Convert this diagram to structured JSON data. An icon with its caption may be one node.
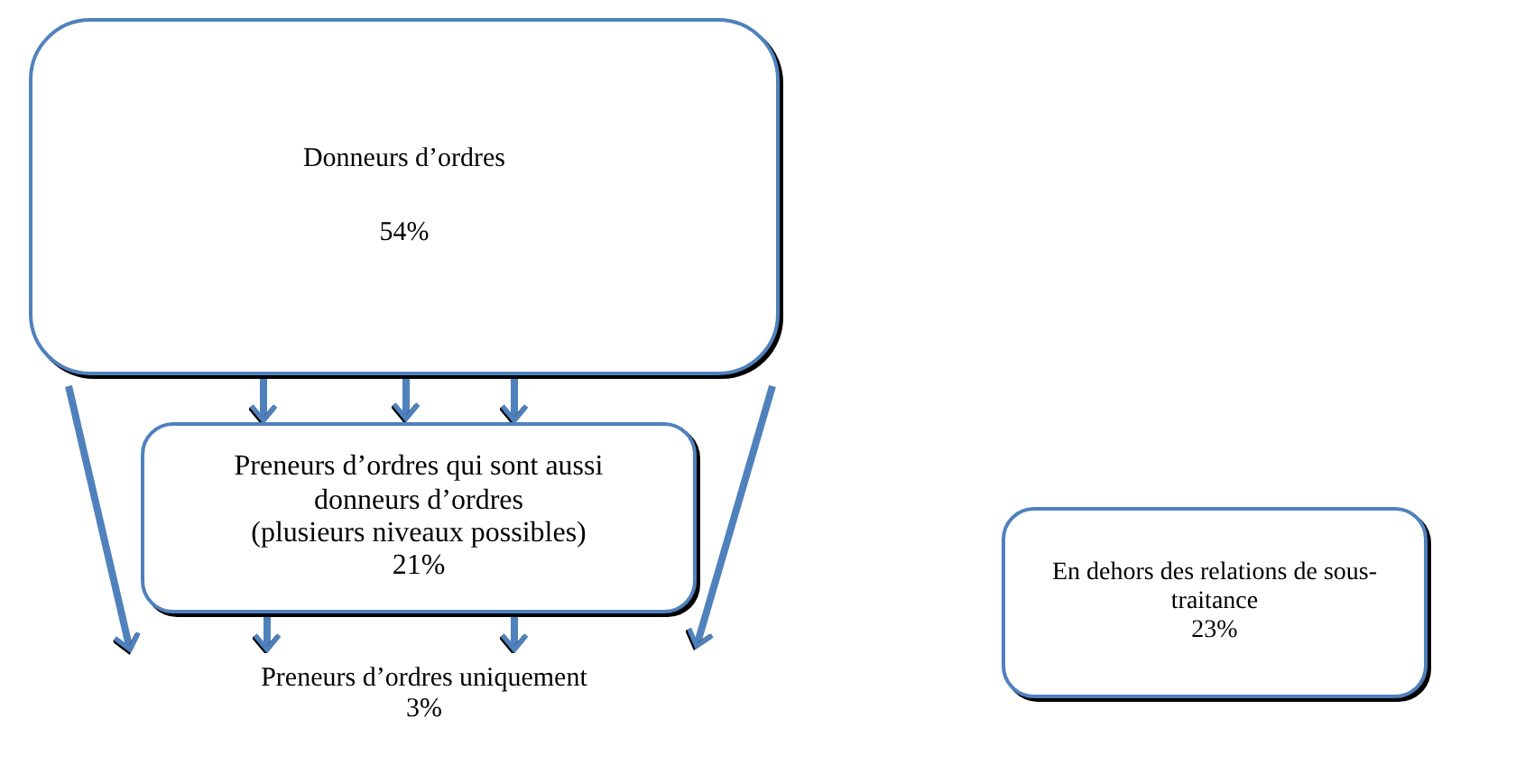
{
  "diagram": {
    "nodes": [
      {
        "text": [
          "Donneurs d’ordres",
          "54%"
        ]
      },
      {
        "text": [
          "Preneurs d’ordres qui sont aussi donneurs d’ordres",
          "(plusieurs niveaux possibles)",
          "21%"
        ]
      },
      {
        "text": [
          "Preneurs d’ordres uniquement",
          "3%"
        ]
      },
      {
        "text": [
          "En dehors des relations de sous-traitance",
          "23%"
        ]
      }
    ],
    "edges": [
      {
        "from": 0,
        "to": 1,
        "arrow": "to"
      },
      {
        "from": 0,
        "to": 1,
        "arrow": "to"
      },
      {
        "from": 0,
        "to": 1,
        "arrow": "to"
      },
      {
        "from": 0,
        "to": 2,
        "arrow": "to"
      },
      {
        "from": 0,
        "to": 2,
        "arrow": "to"
      },
      {
        "from": 1,
        "to": 2,
        "arrow": "to"
      },
      {
        "from": 1,
        "to": 2,
        "arrow": "to"
      }
    ]
  }
}
